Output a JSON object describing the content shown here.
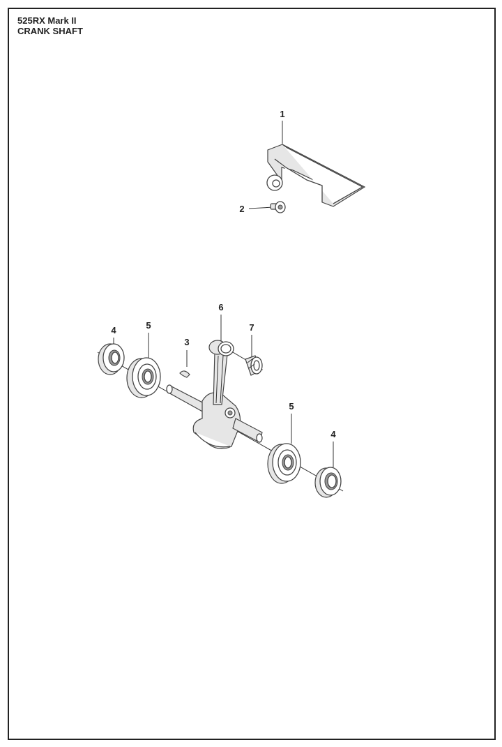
{
  "header": {
    "model": "525RX Mark II",
    "section": "CRANK SHAFT"
  },
  "callouts": [
    {
      "number": "1",
      "part": "cover-plate"
    },
    {
      "number": "2",
      "part": "screw"
    },
    {
      "number": "3",
      "part": "key"
    },
    {
      "number": "4",
      "part": "seal-left"
    },
    {
      "number": "5",
      "part": "bearing-left"
    },
    {
      "number": "6",
      "part": "connecting-rod"
    },
    {
      "number": "7",
      "part": "needle-bearing"
    },
    {
      "number": "5",
      "part": "bearing-right"
    },
    {
      "number": "4",
      "part": "seal-right"
    }
  ]
}
